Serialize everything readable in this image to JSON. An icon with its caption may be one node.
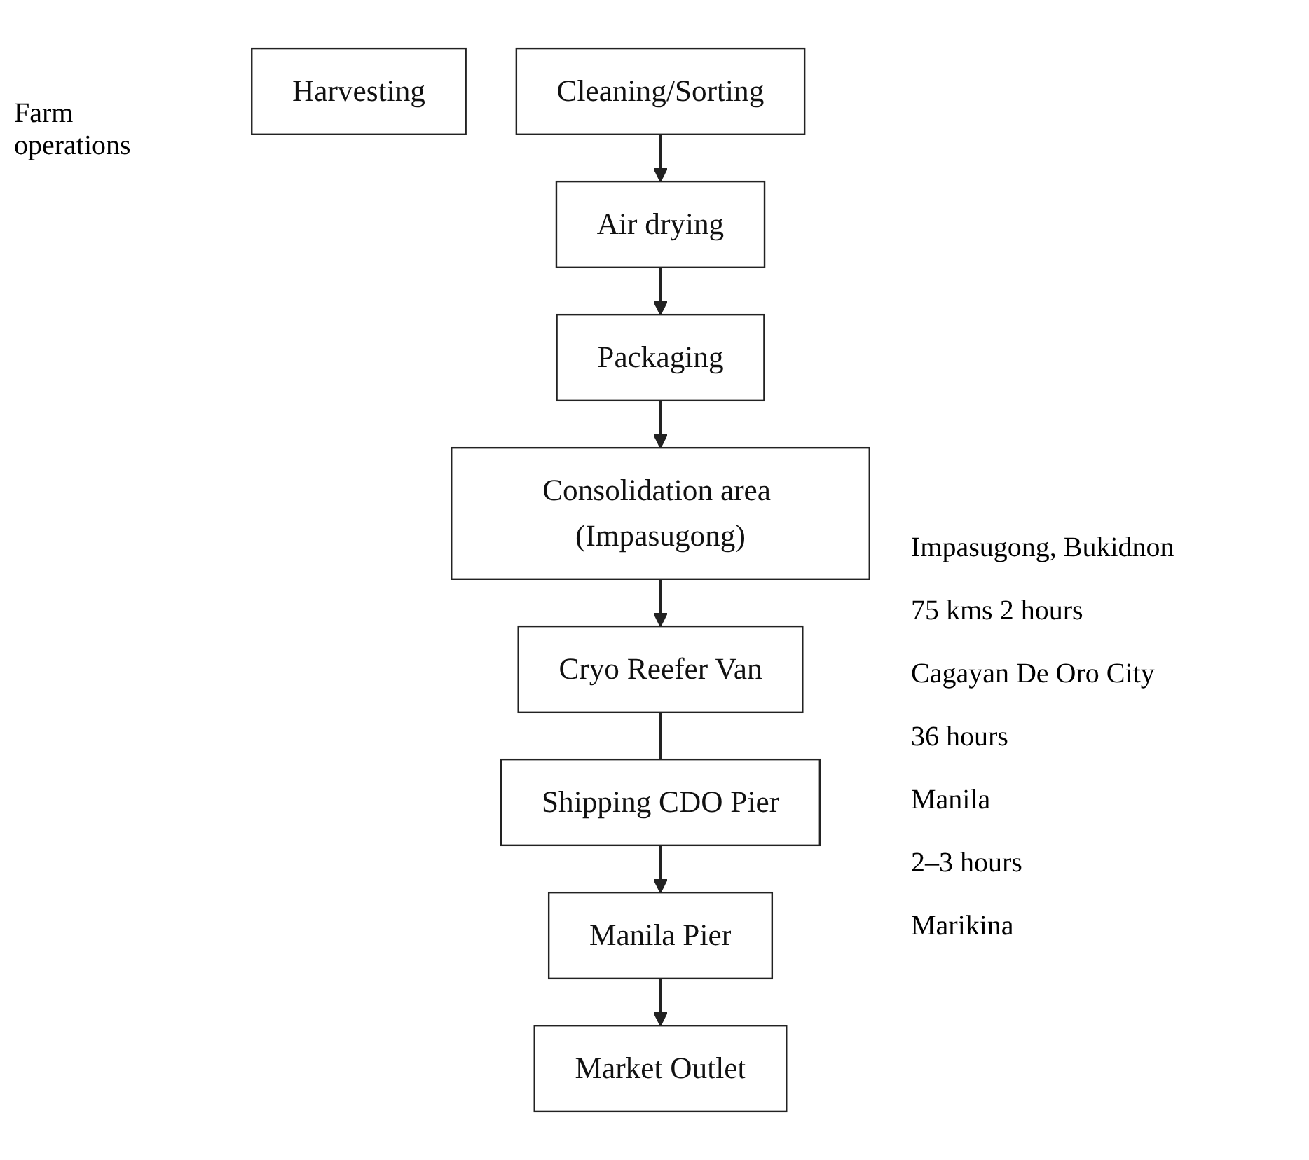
{
  "diagram": {
    "nodes": [
      {
        "text": [
          "Harvesting"
        ]
      },
      {
        "text": [
          "Cleaning/Sorting"
        ]
      },
      {
        "text": [
          "Air drying"
        ]
      },
      {
        "text": [
          "Packaging"
        ]
      },
      {
        "text": [
          "Consolidation area (Impasugong)"
        ]
      },
      {
        "text": [
          "Cryo Reefer Van"
        ]
      },
      {
        "text": [
          "Shipping CDO Pier"
        ]
      },
      {
        "text": [
          "Manila Pier"
        ]
      },
      {
        "text": [
          "Market Outlet"
        ]
      }
    ],
    "edges": [
      {
        "from": 1,
        "to": 2,
        "arrow": "to"
      },
      {
        "from": 2,
        "to": 3,
        "arrow": "to"
      },
      {
        "from": 3,
        "to": 4,
        "arrow": "to"
      },
      {
        "from": 4,
        "to": 5,
        "arrow": "to"
      },
      {
        "from": 5,
        "to": 6,
        "arrow": "none"
      },
      {
        "from": 6,
        "to": 7,
        "arrow": "to"
      },
      {
        "from": 7,
        "to": 8,
        "arrow": "to"
      }
    ],
    "labels": [
      "Farm operations",
      "Impasugong, Bukidnon",
      "75 kms 2 hours",
      "Cagayan De Oro City",
      "36 hours",
      "Manila",
      "2–3 hours",
      "Marikina"
    ]
  }
}
